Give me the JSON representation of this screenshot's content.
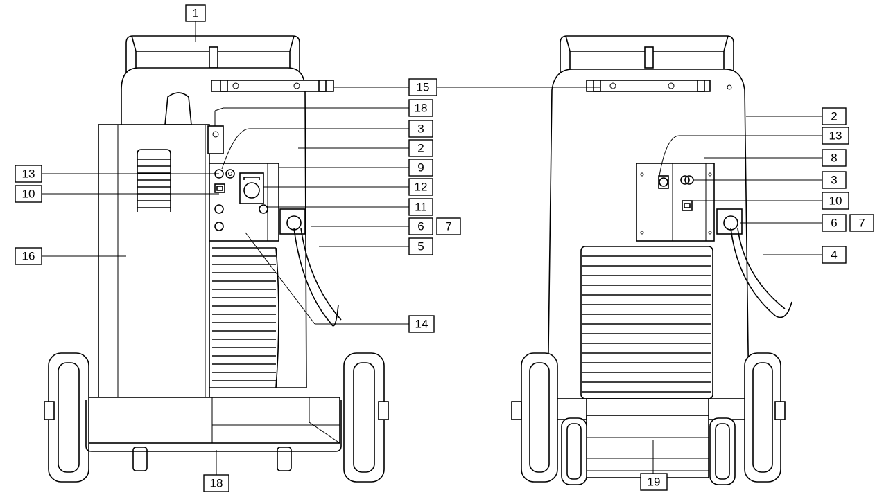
{
  "diagram": {
    "left_view": {
      "labels": {
        "l1": "1",
        "l15": "15",
        "l18a": "18",
        "l3": "3",
        "l2": "2",
        "l13": "13",
        "l9": "9",
        "l10": "10",
        "l12": "12",
        "l11": "11",
        "l6": "6",
        "l7": "7",
        "l5": "5",
        "l16": "16",
        "l14": "14",
        "l18b": "18"
      }
    },
    "right_view": {
      "labels": {
        "l2": "2",
        "l13": "13",
        "l8": "8",
        "l3": "3",
        "l10": "10",
        "l6": "6",
        "l7": "7",
        "l4": "4",
        "l19": "19"
      }
    }
  }
}
